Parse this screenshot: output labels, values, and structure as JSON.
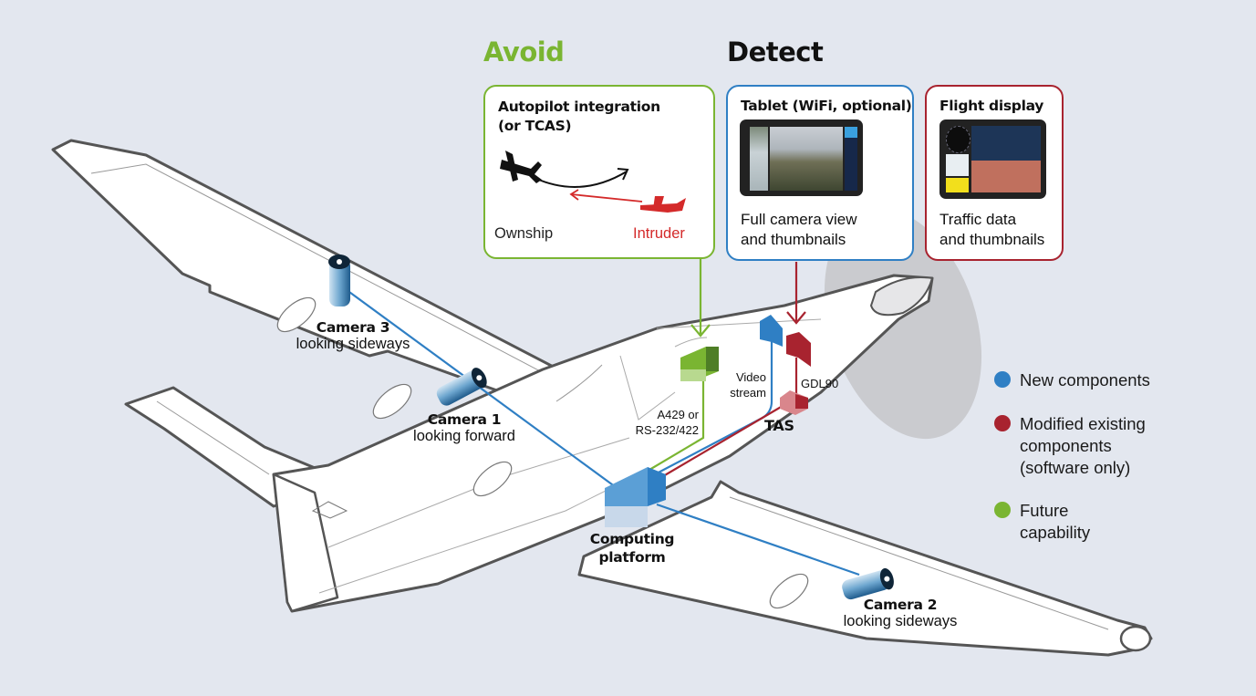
{
  "sections": {
    "avoid": {
      "title": "Avoid",
      "color": "#7ab532"
    },
    "detect": {
      "title": "Detect",
      "color": "#111111"
    }
  },
  "cards": {
    "autopilot": {
      "title_line1": "Autopilot integration",
      "title_line2": "(or TCAS)",
      "ownship_label": "Ownship",
      "intruder_label": "Intruder",
      "border_color": "#7ab532"
    },
    "tablet": {
      "title": "Tablet (WiFi, optional)",
      "desc_line1": "Full camera view",
      "desc_line2": "and thumbnails",
      "border_color": "#2f7fc4"
    },
    "flight_display": {
      "title": "Flight display",
      "desc_line1": "Traffic data",
      "desc_line2": "and thumbnails",
      "border_color": "#a8232f"
    }
  },
  "aircraft": {
    "cameras": [
      {
        "name": "Camera 3",
        "desc": "looking sideways"
      },
      {
        "name": "Camera 1",
        "desc": "looking forward"
      },
      {
        "name": "Camera 2",
        "desc": "looking sideways"
      }
    ],
    "computing_platform": {
      "line1": "Computing",
      "line2": "platform"
    },
    "connections": {
      "a429": {
        "line1": "A429 or",
        "line2": "RS-232/422"
      },
      "video": {
        "line1": "Video",
        "line2": "stream"
      },
      "gdl90": "GDL90",
      "tas": "TAS"
    }
  },
  "legend": [
    {
      "label_lines": [
        "New components"
      ],
      "color": "#2f7fc4"
    },
    {
      "label_lines": [
        "Modified existing",
        "components",
        "(software only)"
      ],
      "color": "#a8232f"
    },
    {
      "label_lines": [
        "Future",
        "capability"
      ],
      "color": "#7ab532"
    }
  ]
}
